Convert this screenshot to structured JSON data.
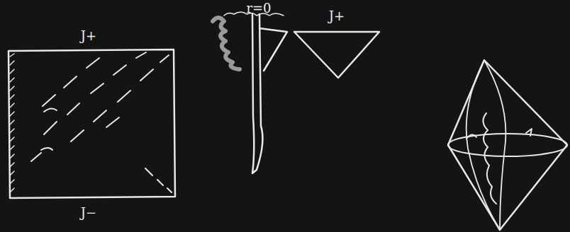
{
  "diagram": {
    "labels": [
      "J+",
      "J−",
      "r=0",
      "J+"
    ]
  }
}
